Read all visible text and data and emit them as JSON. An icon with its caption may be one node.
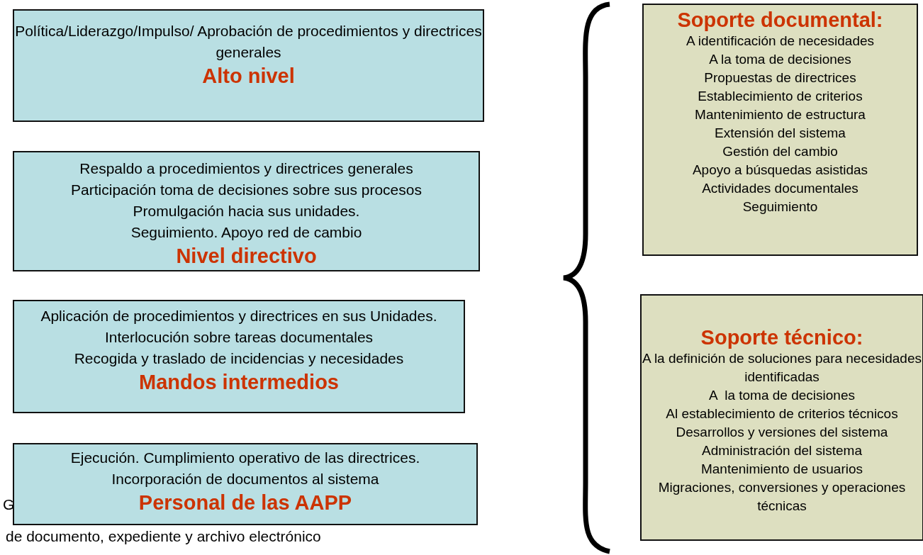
{
  "diagram": {
    "nodes": [
      {
        "text": [
          "Política/Liderazgo/Impulso/ Aprobación de procedimientos y directrices generales",
          "Alto nivel"
        ]
      },
      {
        "text": [
          "Respaldo a procedimientos y directrices generales",
          "Participación toma de decisiones sobre sus procesos",
          "Promulgación hacia sus unidades.",
          "Seguimiento. Apoyo red de cambio",
          "Nivel directivo"
        ]
      },
      {
        "text": [
          "Aplicación de procedimientos y directrices en sus Unidades. Interlocución sobre tareas documentales",
          "Recogida y traslado de incidencias y necesidades",
          "Mandos intermedios"
        ]
      },
      {
        "text": [
          "Ejecución. Cumplimiento operativo de las directrices.",
          "Incorporación de documentos al sistema",
          "Personal de las AAPP"
        ]
      },
      {
        "text": [
          "Soporte documental:",
          "A identificación de necesidades",
          "A la toma de decisiones",
          "Propuestas de directrices",
          "Establecimiento de criterios",
          "Mantenimiento de estructura",
          "Extensión del sistema",
          "Gestión del cambio",
          "Apoyo a búsquedas asistidas",
          "Actividades documentales",
          "Seguimiento"
        ]
      },
      {
        "text": [
          "Soporte técnico:",
          "A la definición de soluciones para necesidades identificadas",
          "A  la toma de decisiones",
          "Al establecimiento de criterios técnicos",
          "Desarrollos y versiones del sistema",
          "Administración del sistema",
          "Mantenimiento de usuarios",
          "Migraciones, conversiones y operaciones técnicas"
        ]
      }
    ],
    "edges": [],
    "labels": [
      "G",
      "de documento, expediente y archivo electrónico"
    ]
  }
}
